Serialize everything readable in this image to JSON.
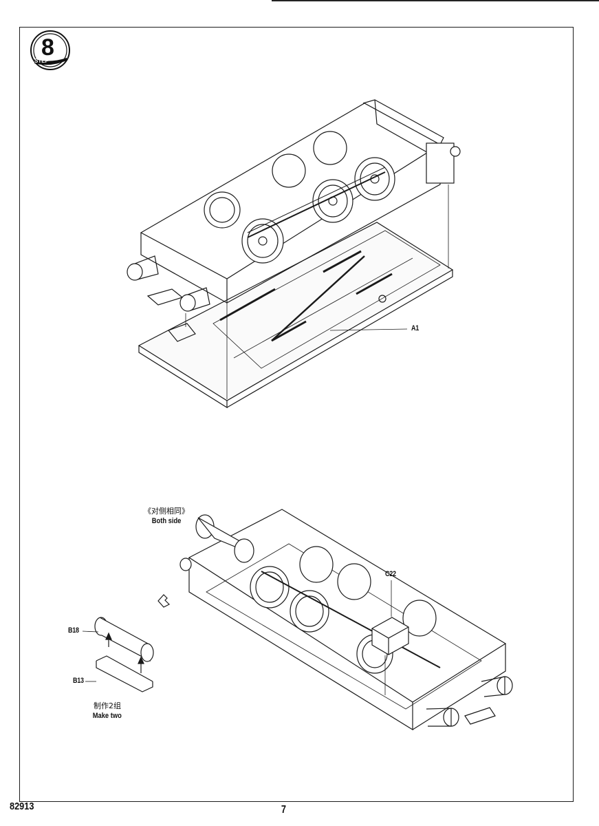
{
  "step": {
    "number": "8",
    "label": "STEP"
  },
  "upper_assembly": {
    "part_label": "A1"
  },
  "lower_assembly": {
    "note_zh": "《对侧相同》",
    "note_en": "Both side",
    "part_label_box": "C22"
  },
  "subassembly": {
    "top_part": "B18",
    "bottom_part": "B13",
    "note_zh": "制作2组",
    "note_en": "Make two"
  },
  "footer": {
    "code": "82913",
    "page": "7"
  }
}
